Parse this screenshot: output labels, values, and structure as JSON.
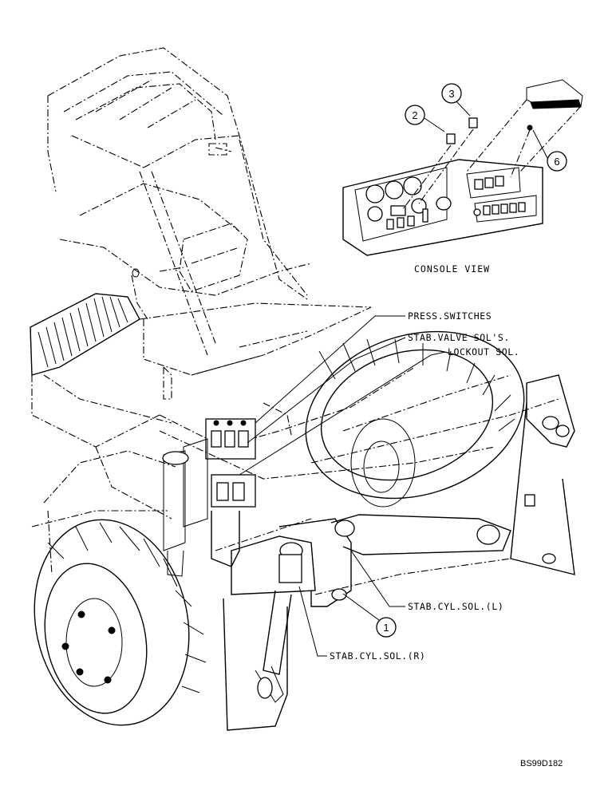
{
  "diagram": {
    "callouts": [
      {
        "id": "callout-1",
        "number": "1"
      },
      {
        "id": "callout-2",
        "number": "2"
      },
      {
        "id": "callout-3",
        "number": "3"
      },
      {
        "id": "callout-6",
        "number": "6"
      }
    ],
    "labels": {
      "console_view": "CONSOLE VIEW",
      "press_switches": "PRESS.SWITCHES",
      "stab_valve_sols": "STAB.VALVE SOL'S.",
      "lockout_sol": "LOCKOUT SOL.",
      "stab_cyl_sol_l": "STAB.CYL.SOL.(L)",
      "stab_cyl_sol_r": "STAB.CYL.SOL.(R)"
    },
    "drawing_code": "BS99D182"
  }
}
